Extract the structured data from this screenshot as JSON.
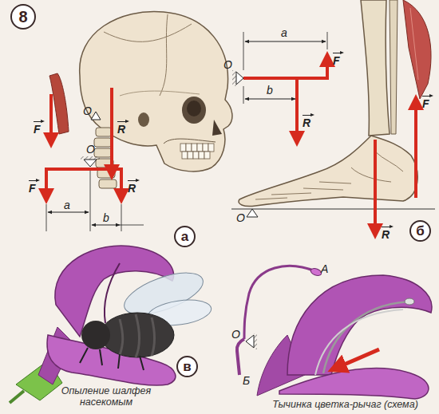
{
  "diagram": {
    "nodes": [
      {
        "text": [
          "8"
        ]
      },
      {
        "text": [
          "а"
        ]
      },
      {
        "text": [
          "б"
        ]
      },
      {
        "text": [
          "в"
        ]
      }
    ],
    "labels": [
      "F",
      "O",
      "R",
      "O",
      "F",
      "R",
      "a",
      "b",
      "O",
      "a",
      "F",
      "b",
      "R",
      "F",
      "R",
      "O",
      "Опыление шалфея насекомым",
      "A",
      "O",
      "Б",
      "Тычинка цветка-рычаг (схема)"
    ]
  }
}
